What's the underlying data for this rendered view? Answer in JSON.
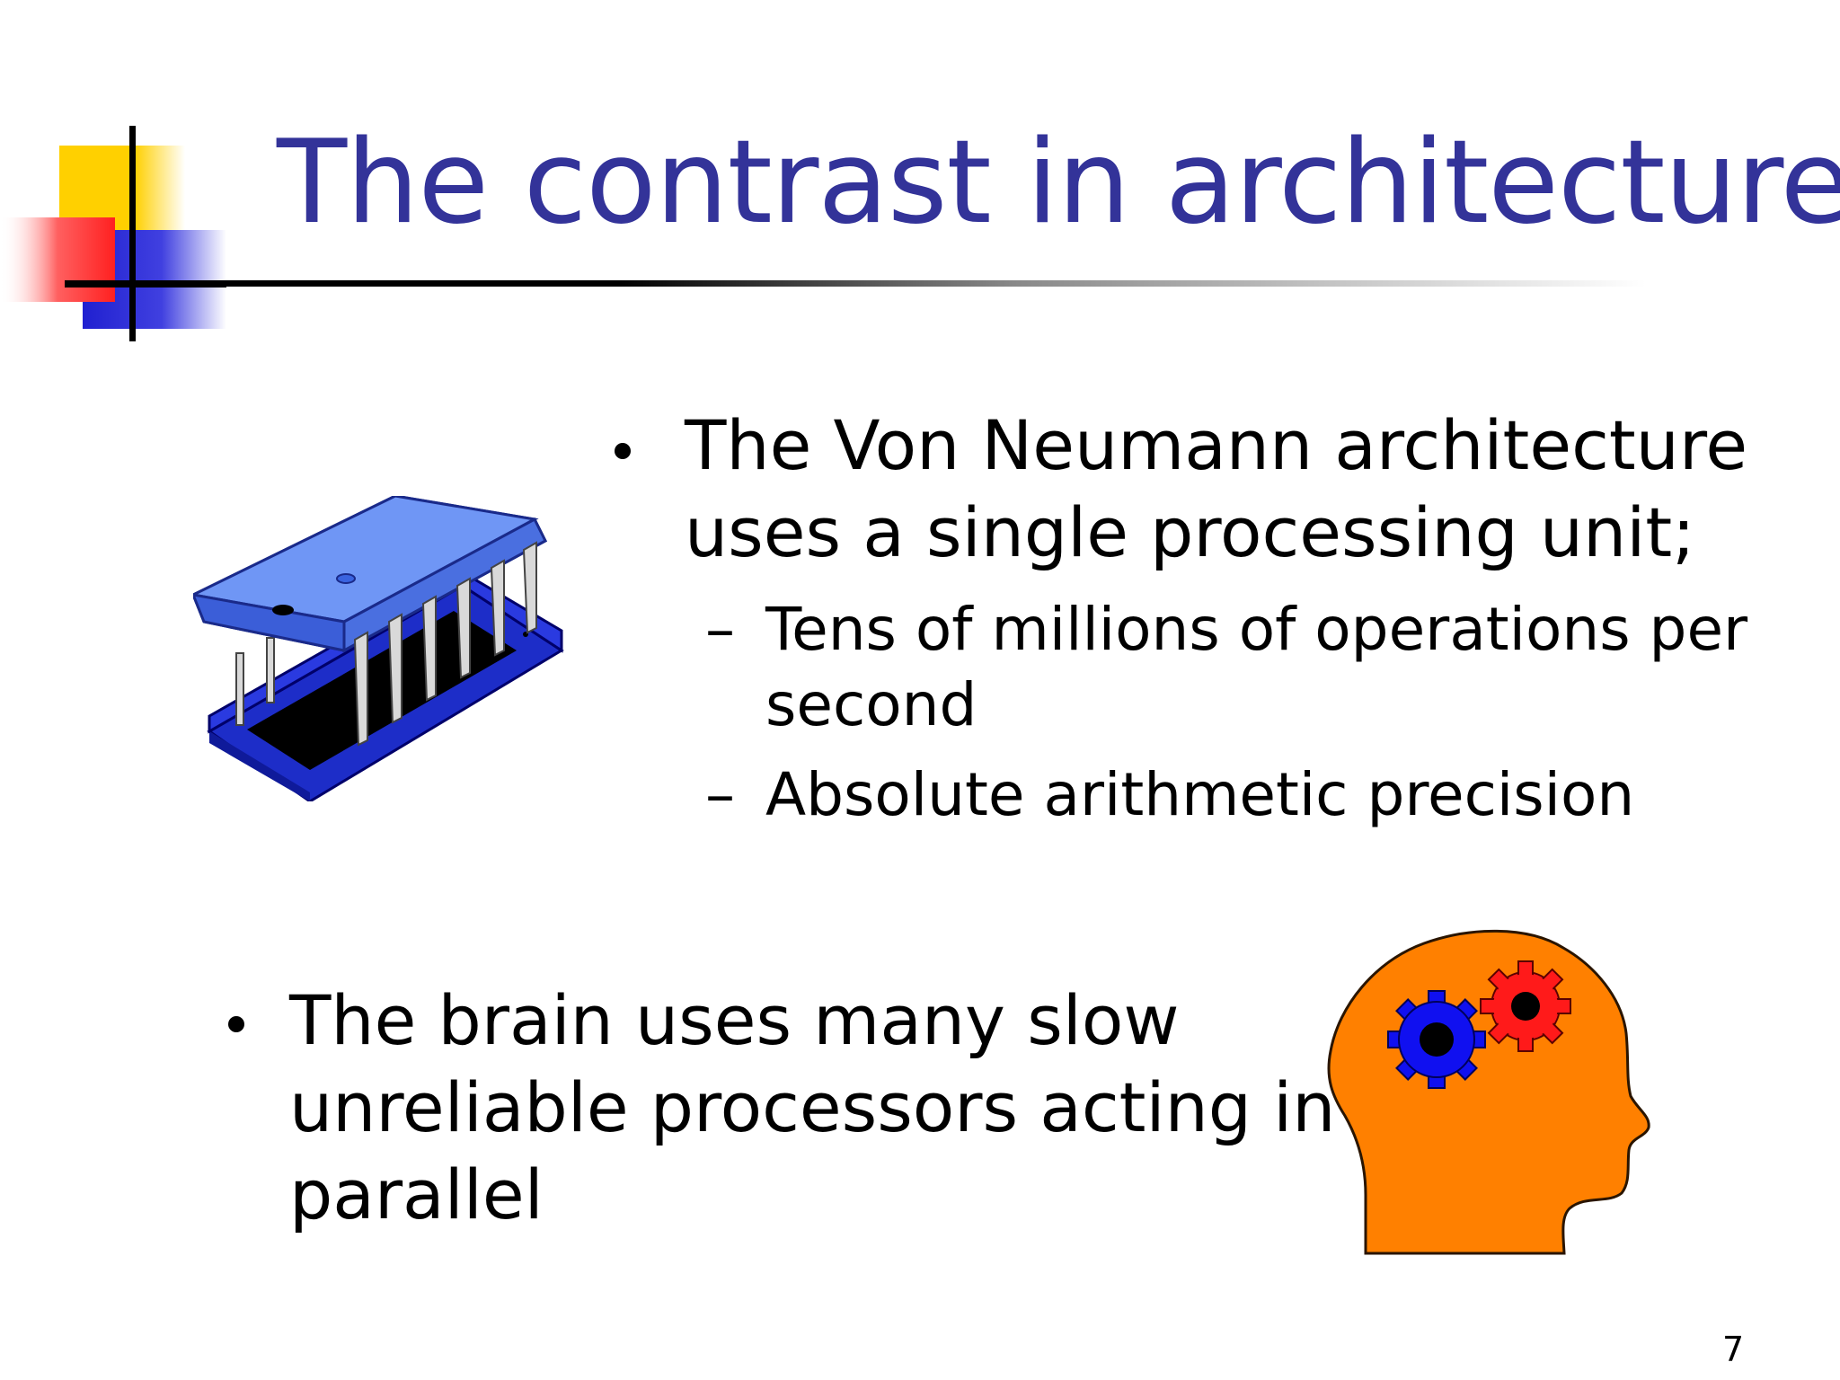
{
  "slide": {
    "title": "The contrast in architecture",
    "bullets": [
      {
        "lines": [
          "The Von Neumann architecture",
          "uses a single processing unit;"
        ],
        "subs": [
          {
            "lines": [
              "Tens of millions of operations per",
              "second"
            ]
          },
          {
            "lines": [
              "Absolute arithmetic precision"
            ]
          }
        ]
      },
      {
        "lines": [
          "The brain uses many slow",
          "unreliable processors acting in",
          "parallel"
        ]
      }
    ],
    "dash_glyph": "–",
    "page_number": "7"
  },
  "images": {
    "chip": "microchip-icon",
    "head": "head-with-gears-icon"
  },
  "colors": {
    "title": "#333399",
    "chip_top": "#6f96f5",
    "chip_base": "#1d2dc8",
    "head": "#ff8000",
    "gear_red": "#ff1a1a",
    "gear_blue": "#1010f0"
  }
}
